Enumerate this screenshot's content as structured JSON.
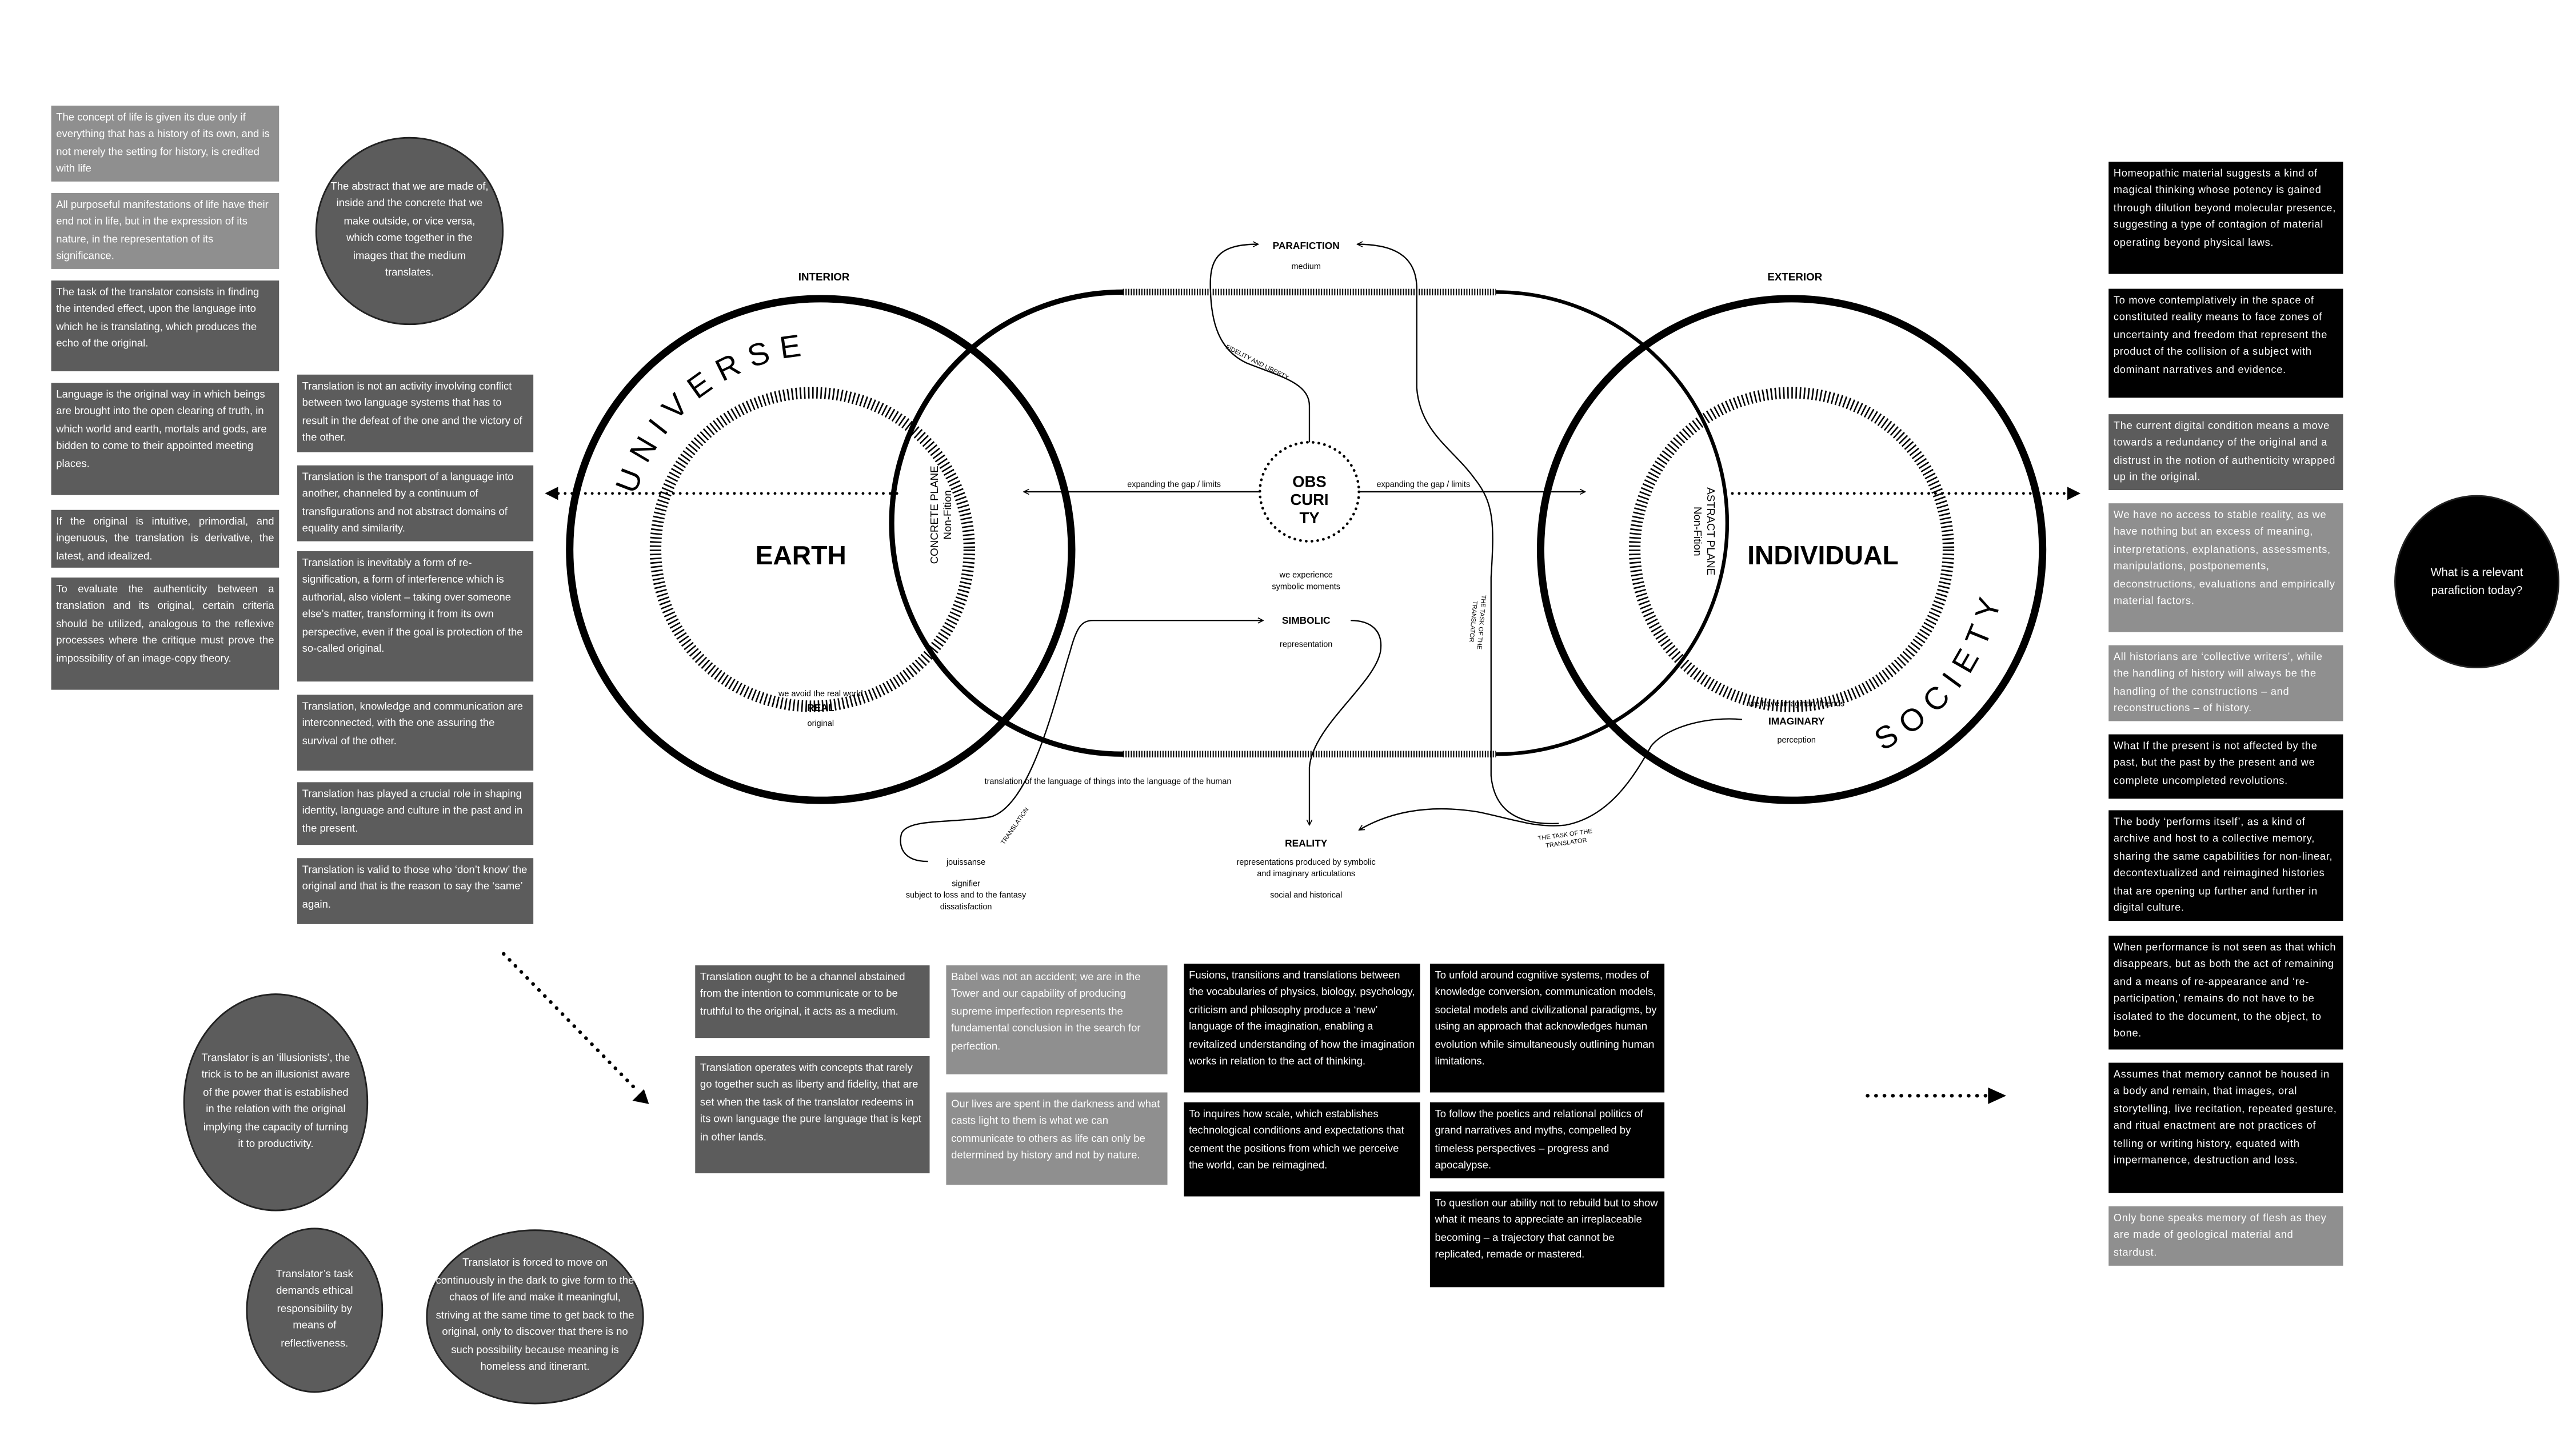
{
  "left_column": [
    "The concept of life is given its due only if everything that has a history of its own, and is not merely the setting for history, is credited with life",
    "All purposeful manifestations of life have their end not in life, but in the expression of its nature, in the representation of its significance.",
    "The task of the translator consists in finding the intended effect, upon the language into which he is translating, which produces the echo of the original.",
    "Language is the original way in which beings are brought into the open clearing of truth, in which world and earth, mortals and gods, are bidden to come to their appointed meeting places.",
    "If the original is intuitive, primordial, and ingenuous, the translation is derivative, the latest, and idealized.",
    "To evaluate the authenticity between a translation and its original, certain criteria should be utilized, analogous to the reflexive processes where the critique must prove the impossibility of an image-copy theory."
  ],
  "abstract_circle": "The abstract that we are made of, inside and the concrete that we make outside, or vice versa, which come together in the images that the medium translates.",
  "second_column": [
    "Translation is not an activity involving conflict between two language systems that has to result in the defeat of the one and the victory of the other.",
    "Translation is the transport of a language into another, channeled by a continuum of transfigurations and not abstract domains of equality and similarity.",
    "Translation is inevitably a form of re-signification, a form of interference which is authorial, also violent – taking over someone else’s matter, transforming it from its own perspective, even if the goal is protection of the so-called original.",
    "Translation, knowledge and communication are interconnected, with the one assuring the survival of the other.",
    "Translation has played a crucial role in shaping identity, language and culture in the past and in the present.",
    "Translation is valid to those who ‘don’t know’ the original and that is the reason to say the ‘same’ again."
  ],
  "translator_circles": [
    "Translator is an ‘illusionists’, the trick is to be an illusionist aware of the power that is established in the relation with the original implying the capacity of turning it to productivity.",
    "Translator’s task demands ethical responsibility by means of reflectiveness.",
    "Translator is forced to move on continuously in the dark to give form to the chaos of life and make it meaningful, striving at the same time to get back to the original, only to discover that there is no such possibility because meaning is homeless and itinerant."
  ],
  "middle_dark": [
    "Translation ought to be a channel abstained from the intention to communicate or to be truthful to the original, it acts as a medium.",
    "Translation operates with concepts that rarely go together such as liberty and fidelity, that are set when the task of the translator redeems in its own language the pure language that is kept in other lands."
  ],
  "middle_light": [
    "Babel was not an accident; we are in the Tower and our capability of producing supreme imperfection represents the fundamental conclusion in the search for perfection.",
    "Our lives are spent in the darkness and what casts light to them is what we can communicate to others as life can only be determined by history and not by nature."
  ],
  "middle_black": [
    "Fusions, transitions and translations between the vocabularies of physics, biology, psychology, criticism and philosophy produce a ‘new’ language of the imagination, enabling a revitalized understanding of how the imagination works in relation to the act of thinking.",
    "To unfold around cognitive systems, modes of knowledge conversion, communication models, societal models and civilizational paradigms, by using an approach that acknowledges human evolution while simultaneously outlining human limitations.",
    "To inquires how scale, which establishes technological conditions and expectations that cement the positions from which we perceive the world, can be reimagined.",
    "To follow the poetics and relational politics of grand narratives and myths, compelled by timeless perspectives – progress and apocalypse.",
    "To question our ability not to rebuild but to show what it means to appreciate an irreplaceable becoming – a trajectory that cannot be replicated, remade or mastered."
  ],
  "right_column": [
    "Homeopathic material suggests a kind of magical thinking whose potency is gained through dilution beyond molecular presence, suggesting a type of contagion of material operating beyond physical laws.",
    "To move contemplatively in the space of constituted reality means to face zones of uncertainty and freedom that represent the product of the collision of a subject with dominant narratives and evidence.",
    "The current digital condition means a move towards a redundancy of the original and a distrust in the notion of authenticity wrapped up in the original.",
    "We have no access to stable reality, as we have nothing but an excess of meaning, interpretations, explanations, assessments, manipulations, postponements, deconstructions, evaluations and empirically material factors.",
    "All historians are ‘collective writers’, while the handling of history will always be the handling of the constructions – and reconstructions – of history.",
    "What If the present is not affected by the past, but the past by the present and we complete uncompleted revolutions.",
    "The body ‘performs itself’, as a kind of archive and host to a collective memory, sharing the same capabilities for non-linear, decontextualized and reimagined histories that are opening up further and further in digital culture.",
    "When performance is not seen as that which disappears, but as both the act of remaining and a means of re-appearance and ‘re-participation,’ remains do not have to be isolated to the document, to the object, to bone.",
    "Assumes that memory cannot be housed in a body and remain, that images, oral storytelling, live recitation, repeated gesture, and ritual enactment are not practices of telling or writing history, equated with impermanence, destruction and loss.",
    "Only bone speaks memory of flesh as they are made of geological material and stardust."
  ],
  "question_circle": "What is a relevant parafiction today?",
  "diagram": {
    "interior": "INTERIOR",
    "exterior": "EXTERIOR",
    "universe": "UNIVERSE",
    "society": "SOCIETY",
    "earth": "EARTH",
    "individual": "INDIVIDUAL",
    "concrete_plane": "CONCRETE PLANE",
    "concrete_sub": "Non-Fition",
    "abstract_plane": "ASTRACT PLANE",
    "abstract_sub": "Non-Fition",
    "parafiction": "PARAFICTION",
    "parafiction_sub": "medium",
    "obscurity": [
      "OBS",
      "CURI",
      "TY"
    ],
    "gap_left": "expanding the gap / limits",
    "gap_right": "expanding the gap / limits",
    "experience_1": "we experience",
    "experience_2": "symbolic moments",
    "simbolic": "SIMBOLIC",
    "simbolic_sub": "representation",
    "real_top": "we avoid the real world",
    "real": "REAL",
    "real_sub": "original",
    "imaginary_top": "we have imaginary friends",
    "imaginary": "IMAGINARY",
    "imaginary_sub": "perception",
    "translation_line": "translation of the language of things into the language of the human",
    "reality": "REALITY",
    "reality_1": "representations produced by symbolic",
    "reality_2": "and imaginary articulations",
    "reality_3": "social and historical",
    "jouissanse": "jouissanse",
    "signifier": "signifier",
    "signifier_2": "subject to loss and to the fantasy",
    "signifier_3": "dissatisfaction",
    "fidelity": "FIDELITY AND LIBERTY",
    "translation_tag": "TRANSLATION",
    "task_1a": "THE TASK OF THE",
    "task_1b": "TRANSLATOR",
    "task_2a": "THE TASK OF THE",
    "task_2b": "TRANSLATOR"
  }
}
